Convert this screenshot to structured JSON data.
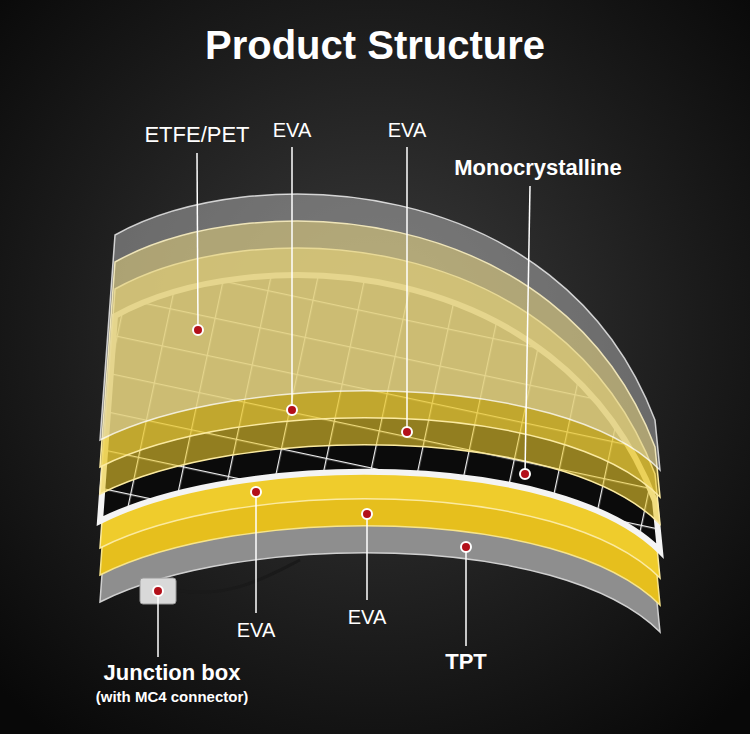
{
  "diagram": {
    "title": "Product Structure",
    "labels": [
      "ETFE/PET",
      "EVA",
      "EVA",
      "Monocrystalline",
      "EVA",
      "EVA",
      "TPT",
      "Junction box",
      "(with MC4 connector)"
    ]
  }
}
